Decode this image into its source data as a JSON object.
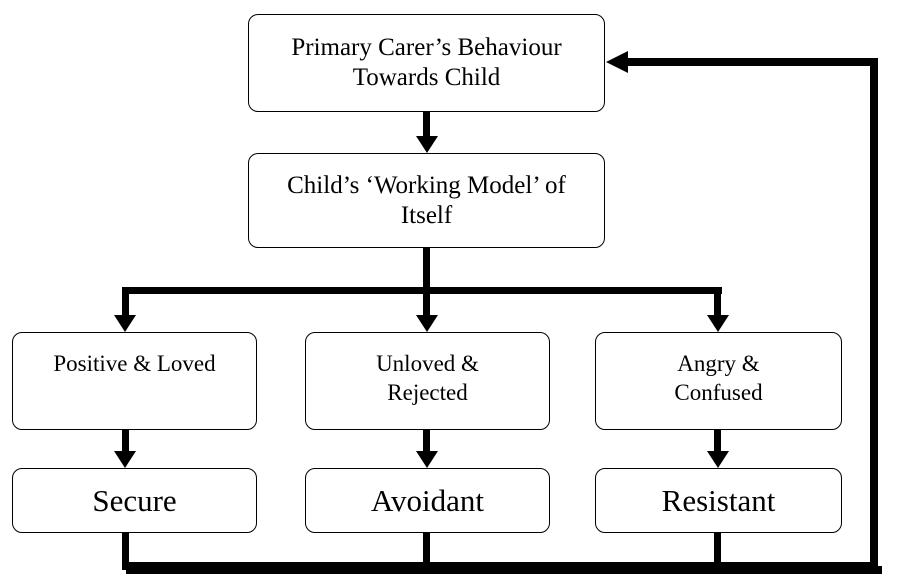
{
  "diagram_type": "flowchart",
  "colors": {
    "line": "#000000",
    "box_fill": "#ffffff",
    "background": "#ffffff"
  },
  "nodes": {
    "primary_carer": {
      "lines": [
        "Primary Carer’s Behaviour",
        "Towards Child"
      ]
    },
    "working_model": {
      "lines": [
        "Child’s ‘Working Model’ of",
        "Itself"
      ]
    },
    "positive_loved": {
      "label": "Positive & Loved"
    },
    "unloved_rejected": {
      "lines": [
        "Unloved &",
        "Rejected"
      ]
    },
    "angry_confused": {
      "lines": [
        "Angry &",
        "Confused"
      ]
    },
    "secure": {
      "label": "Secure"
    },
    "avoidant": {
      "label": "Avoidant"
    },
    "resistant": {
      "label": "Resistant"
    }
  },
  "edges": [
    "primary_carer -> working_model",
    "working_model -> positive_loved",
    "working_model -> unloved_rejected",
    "working_model -> angry_confused",
    "positive_loved -> secure",
    "unloved_rejected -> avoidant",
    "angry_confused -> resistant",
    "secure/avoidant/resistant -> primary_carer (feedback loop)"
  ]
}
